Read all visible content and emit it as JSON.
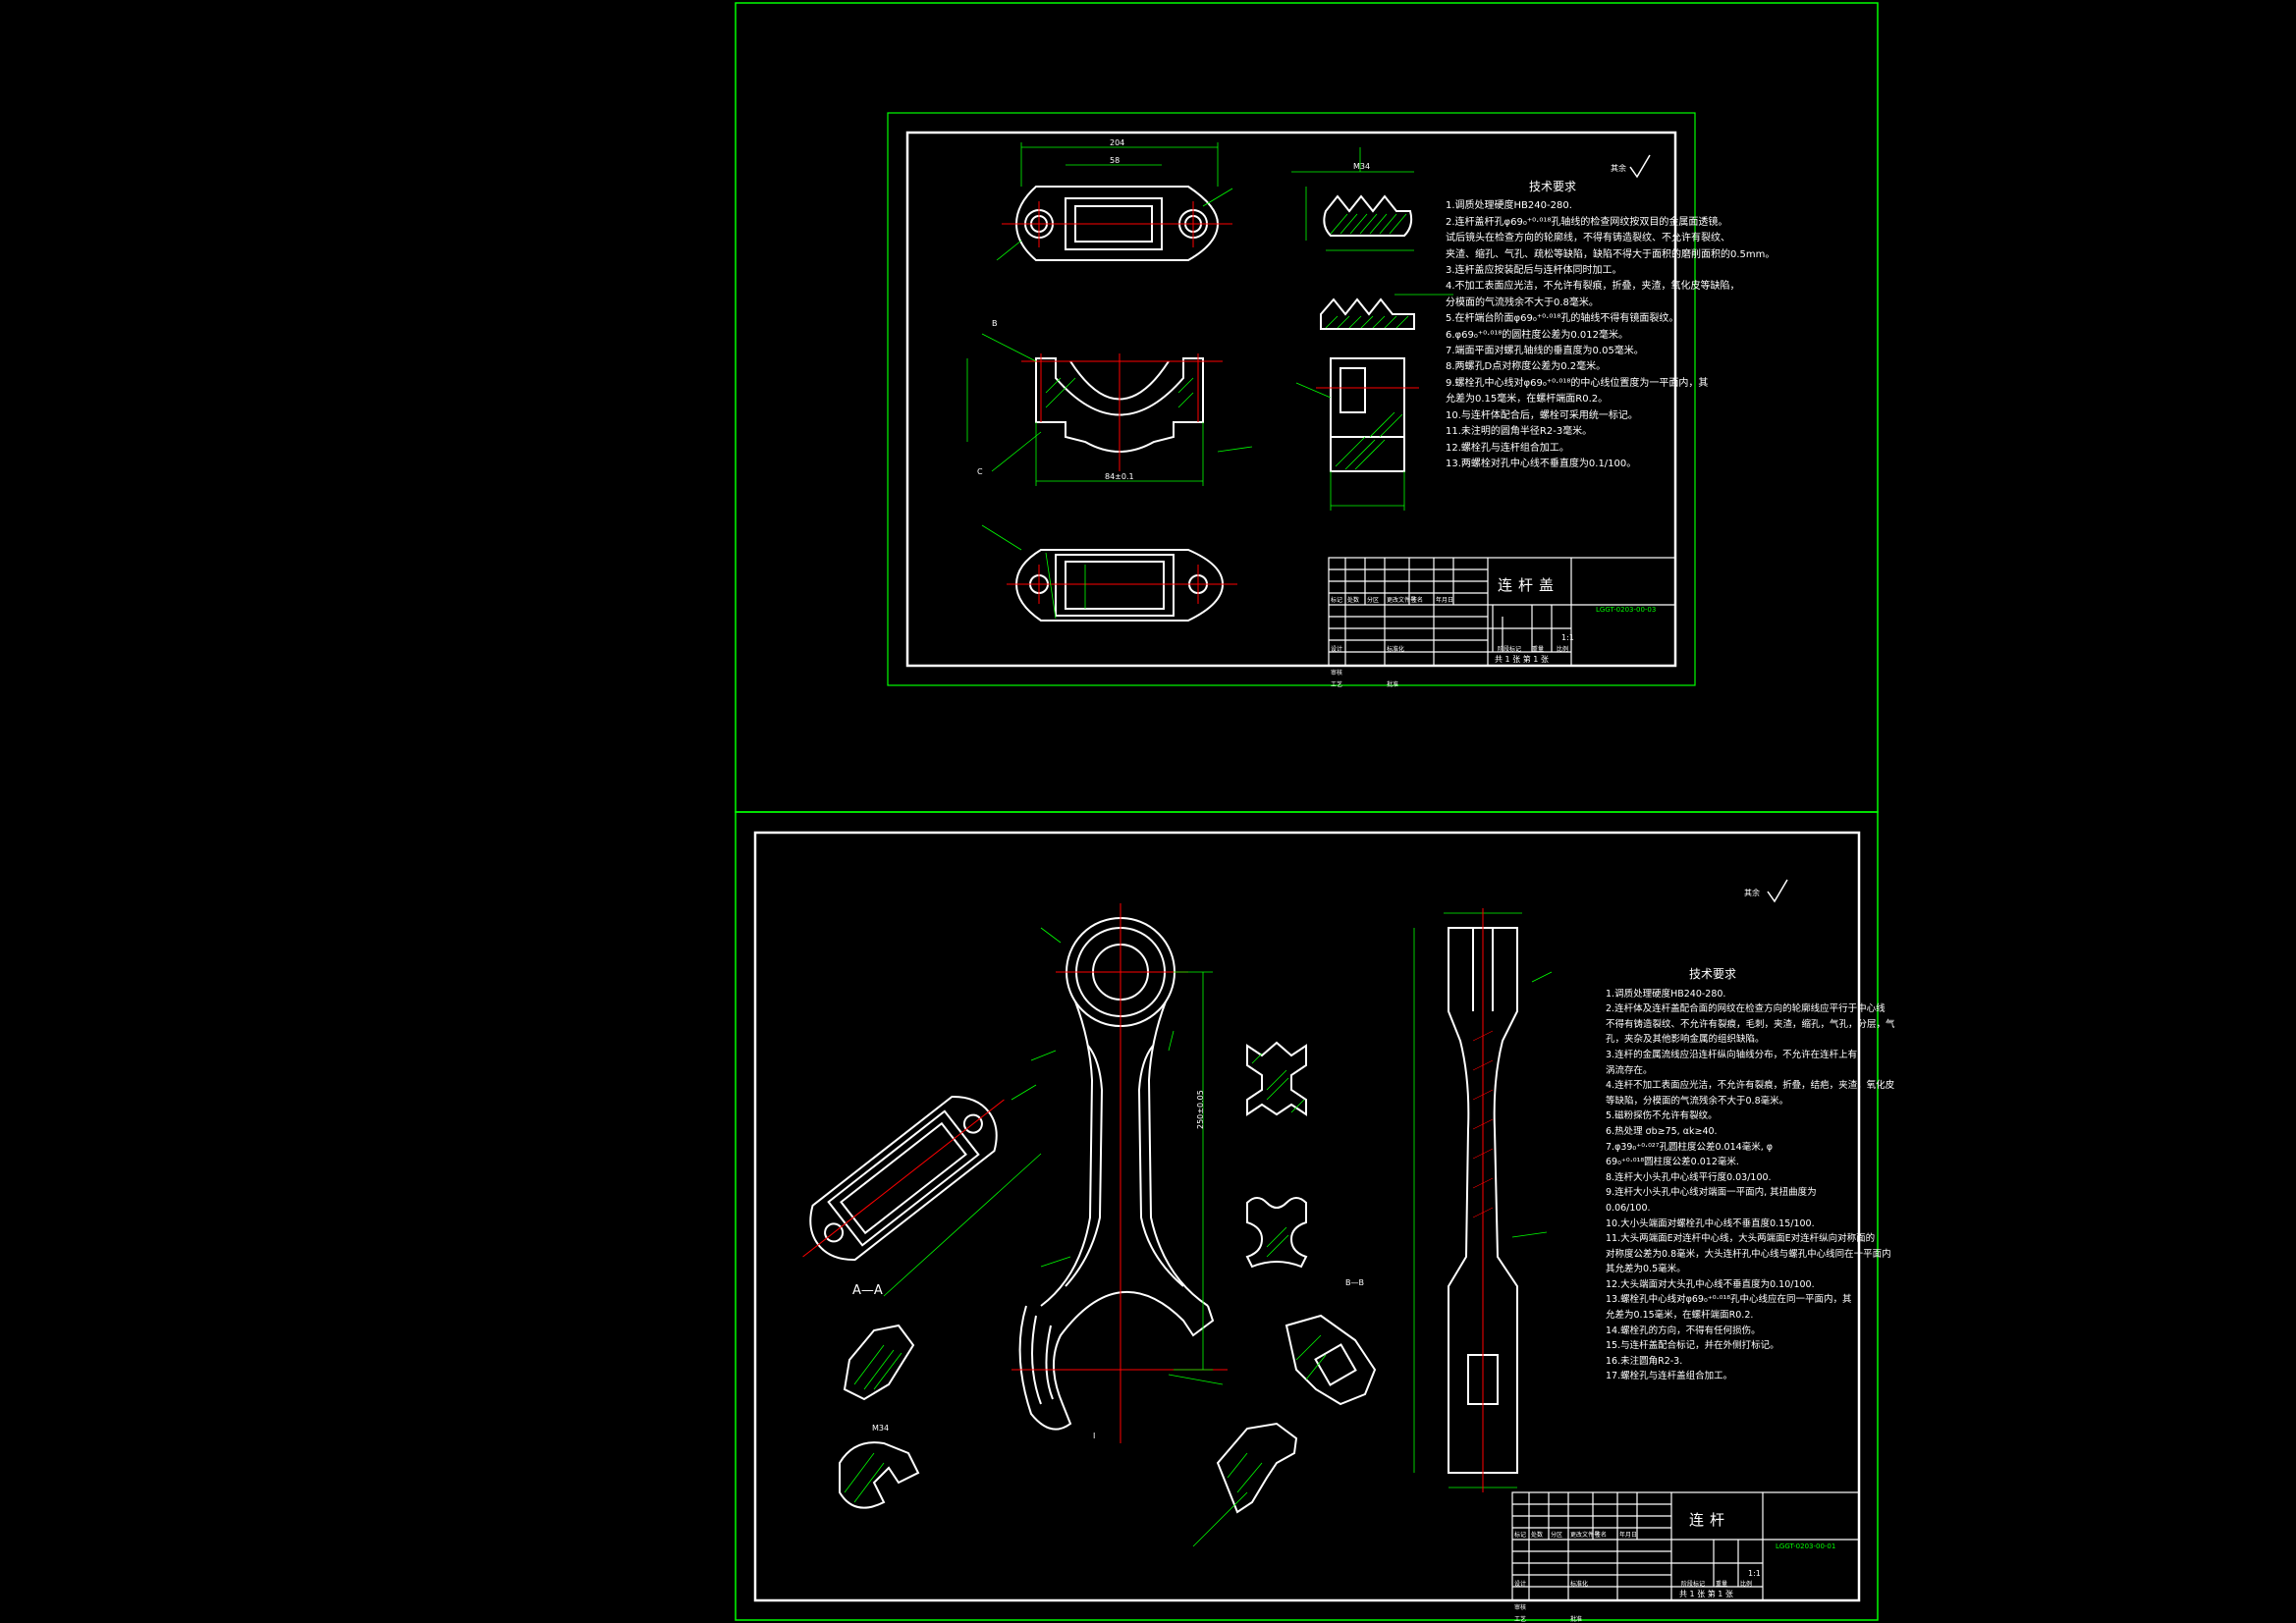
{
  "colors": {
    "background": "#000000",
    "frame": "#00ff00",
    "outline": "#ffffff",
    "centerline": "#ff0000",
    "dimension": "#00ff00",
    "hatch": "#00ff00"
  },
  "sheet_top": {
    "tech_title": "技术要求",
    "roughness_note": "其余",
    "requirements": [
      "1.调质处理硬度HB240-280.",
      "2.连杆盖杆孔φ69₀⁺⁰·⁰¹⁸孔轴线的检查网纹按双目的金属面透镜。",
      "  试后镜头在检查方向的轮廓线，不得有铸造裂纹、不允许有裂纹、",
      "  夹渣、缩孔、气孔、疏松等缺陷，缺陷不得大于面积的磨削面积的0.5mm。",
      "3.连杆盖应按装配后与连杆体同时加工。",
      "4.不加工表面应光洁，不允许有裂痕，折叠，夹渣，氧化皮等缺陷，",
      "  分模面的气流残余不大于0.8毫米。",
      "5.在杆端台阶面φ69₀⁺⁰·⁰¹⁸孔的轴线不得有镜面裂纹。",
      "6.φ69₀⁺⁰·⁰¹⁸的圆柱度公差为0.012毫米。",
      "7.端面平面对螺孔轴线的垂直度为0.05毫米。",
      "8.两螺孔D点对称度公差为0.2毫米。",
      "9.螺栓孔中心线对φ69₀⁺⁰·⁰¹⁸的中心线位置度为一平面内，其",
      "  允差为0.15毫米，在螺杆端面R0.2。",
      "10.与连杆体配合后，螺栓可采用统一标记。",
      "11.未注明的圆角半径R2-3毫米。",
      "12.螺栓孔与连杆组合加工。",
      "13.两螺栓对孔中心线不垂直度为0.1/100。"
    ],
    "title_block": {
      "part_name": "连杆盖",
      "drawing_code": "LGGT-0203-00-03",
      "scale": "1:1",
      "sheet": "共 1 张   第 1 张",
      "labels": [
        "标记",
        "处数",
        "分区",
        "更改文件号",
        "签名",
        "年月日",
        "设计",
        "标准化",
        "阶段标记",
        "重量",
        "比例",
        "审核",
        "工艺",
        "批准"
      ]
    },
    "labels": {
      "dim_top": "204",
      "dim_mid": "58",
      "dim_bot": "84±0.1",
      "dim_m": "M34",
      "dim_c": "C",
      "dim_b": "B"
    }
  },
  "sheet_bottom": {
    "tech_title": "技术要求",
    "roughness_note": "其余",
    "requirements": [
      "1.调质处理硬度HB240-280.",
      "2.连杆体及连杆盖配合面的网纹在检查方向的轮廓线应平行于中心线",
      "  不得有铸造裂纹、不允许有裂痕，毛刺，夹渣，缩孔，气孔，分层，气",
      "  孔，夹杂及其他影响金属的组织缺陷。",
      "3.连杆的金属流线应沿连杆纵向轴线分布，不允许在连杆上有",
      "  涡流存在。",
      "4.连杆不加工表面应光洁，不允许有裂痕，折叠，结疤，夹渣，氧化皮",
      "  等缺陷，分模面的气流残余不大于0.8毫米。",
      "5.磁粉探伤不允许有裂纹。",
      "6.热处理 σb≥75, αk≥40.",
      "7.φ39₀⁺⁰·⁰²⁷孔圆柱度公差0.014毫米, φ",
      "  69₀⁺⁰·⁰¹⁸圆柱度公差0.012毫米.",
      "8.连杆大小头孔中心线平行度0.03/100.",
      "9.连杆大小头孔中心线对端面一平面内, 其扭曲度为",
      "  0.06/100.",
      "10.大小头端面对螺栓孔中心线不垂直度0.15/100.",
      "11.大头两端面E对连杆中心线，大头两端面E对连杆纵向对称面的",
      "  对称度公差为0.8毫米，大头连杆孔中心线与螺孔中心线同在一平面内",
      "  其允差为0.5毫米。",
      "12.大头端面对大头孔中心线不垂直度为0.10/100.",
      "13.螺栓孔中心线对φ69₀⁺⁰·⁰¹⁸孔中心线应在同一平面内，其",
      "  允差为0.15毫米，在螺杆端面R0.2.",
      "14.螺栓孔的方向，不得有任何损伤。",
      "15.与连杆盖配合标记，并在外侧打标记。",
      "16.未注圆角R2-3.",
      "17.螺栓孔与连杆盖组合加工。"
    ],
    "title_block": {
      "part_name": "连杆",
      "drawing_code": "LGGT-0203-00-01",
      "scale": "1:1",
      "sheet": "共 1 张   第 1 张",
      "labels": [
        "标记",
        "处数",
        "分区",
        "更改文件号",
        "签名",
        "年月日",
        "设计",
        "标准化",
        "阶段标记",
        "重量",
        "比例",
        "审核",
        "工艺",
        "批准"
      ]
    },
    "labels": {
      "section_aa": "A—A",
      "section_bb": "B—B",
      "dim_len": "250±0.05",
      "dim_m": "M34",
      "dim_i": "I"
    }
  }
}
